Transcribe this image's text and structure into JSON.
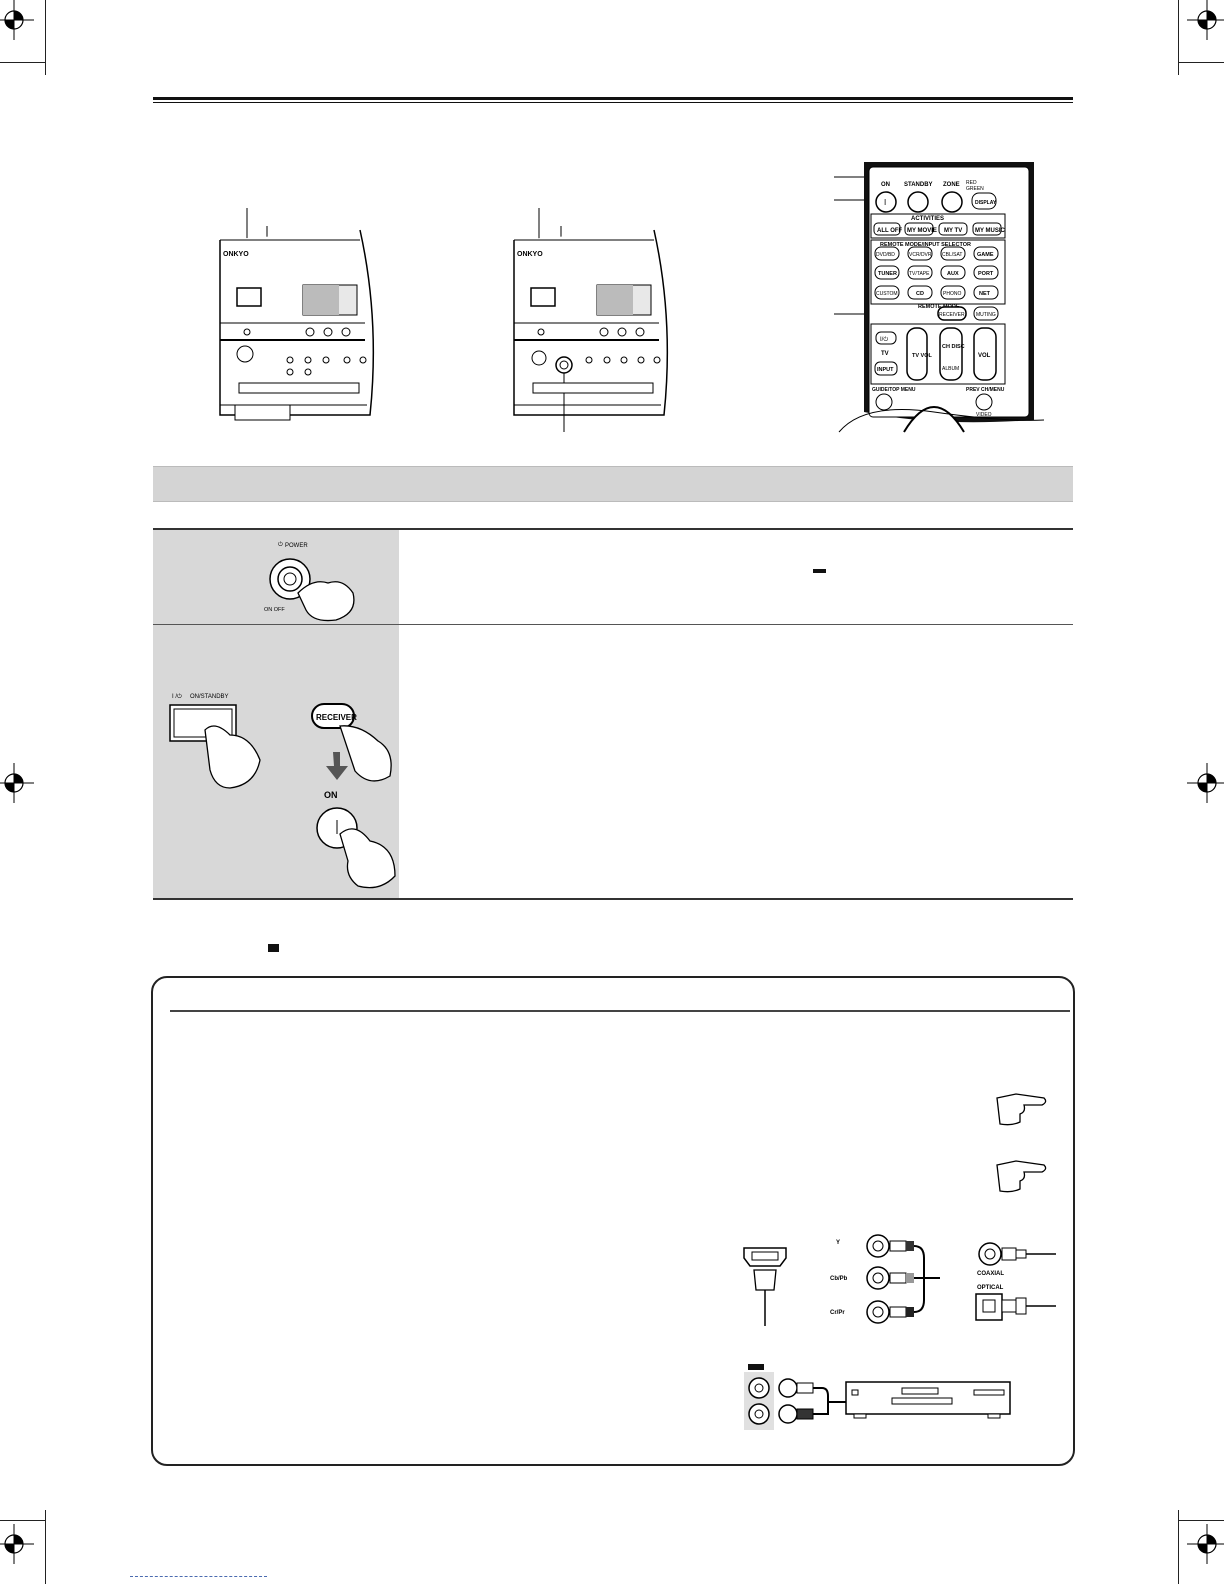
{
  "power_panel": {
    "power_label": "POWER",
    "power_states": "ON  OFF"
  },
  "standby_panel": {
    "label": "ON/STANDBY"
  },
  "remote_steps": {
    "receiver_button": "RECEIVER",
    "on_label": "ON"
  },
  "remote": {
    "top_labels": [
      "ON",
      "STANDBY",
      "ZONE",
      "RED",
      "GREEN"
    ],
    "display_btn": "DISPLAY",
    "activities_title": "ACTIVITIES",
    "activities": [
      "ALL OFF",
      "MY MOVIE",
      "MY TV",
      "MY MUSIC"
    ],
    "selector_title": "REMOTE MODE/INPUT SELECTOR",
    "row1": [
      "DVD/BD",
      "VCR/DVR",
      "CBL/SAT",
      "GAME"
    ],
    "row2": [
      "TUNER",
      "TV/TAPE",
      "AUX",
      "PORT"
    ],
    "row3": [
      "CUSTOM",
      "CD",
      "PHONO",
      "NET"
    ],
    "remote_mode_label": "REMOTE MODE",
    "receiver_btn": "RECEIVER",
    "muting_btn": "MUTING",
    "tv_label": "TV",
    "input_btn": "INPUT",
    "tv_vol": "TV VOL",
    "ch_disc": "CH DISC",
    "album": "ALBUM",
    "vol": "VOL",
    "guide": "GUIDE/TOP MENU",
    "prev": "PREV CH/MENU",
    "video": "VIDEO"
  },
  "connections": {
    "y": "Y",
    "cb": "Cb/Pb",
    "cr": "Cr/Pr",
    "coaxial": "COAXIAL",
    "optical": "OPTICAL"
  },
  "brand": "ONKYO",
  "colors": {
    "gray_bar": "#d4d4d4",
    "cell_bg": "#d8d8d8",
    "ink": "#111111"
  }
}
